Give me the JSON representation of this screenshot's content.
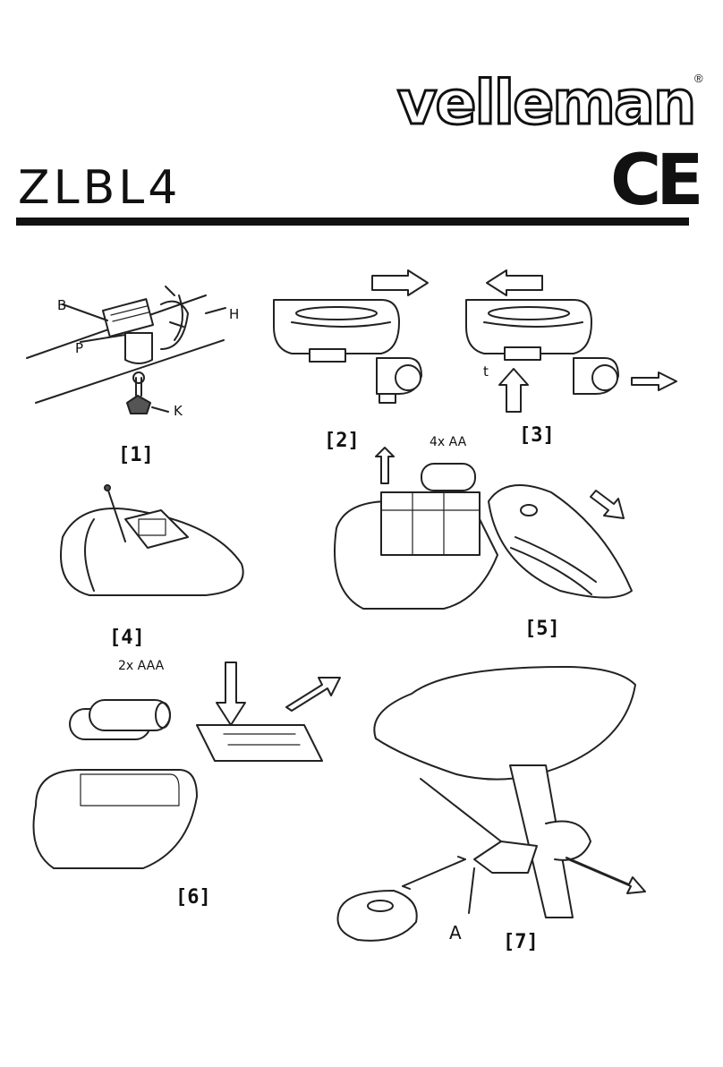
{
  "header": {
    "brand": "velleman",
    "registered_mark": "®",
    "ce_mark": "CE",
    "model": "ZLBL4"
  },
  "figures": [
    {
      "label": "[1]",
      "callouts": [
        "B",
        "P",
        "H",
        "K"
      ]
    },
    {
      "label": "[2]"
    },
    {
      "label": "[3]",
      "callouts": [
        "t"
      ]
    },
    {
      "label": "[4]"
    },
    {
      "label": "[5]",
      "note": "4x AA"
    },
    {
      "label": "[6]",
      "note": "2x AAA"
    },
    {
      "label": "[7]",
      "callouts": [
        "A"
      ]
    }
  ]
}
